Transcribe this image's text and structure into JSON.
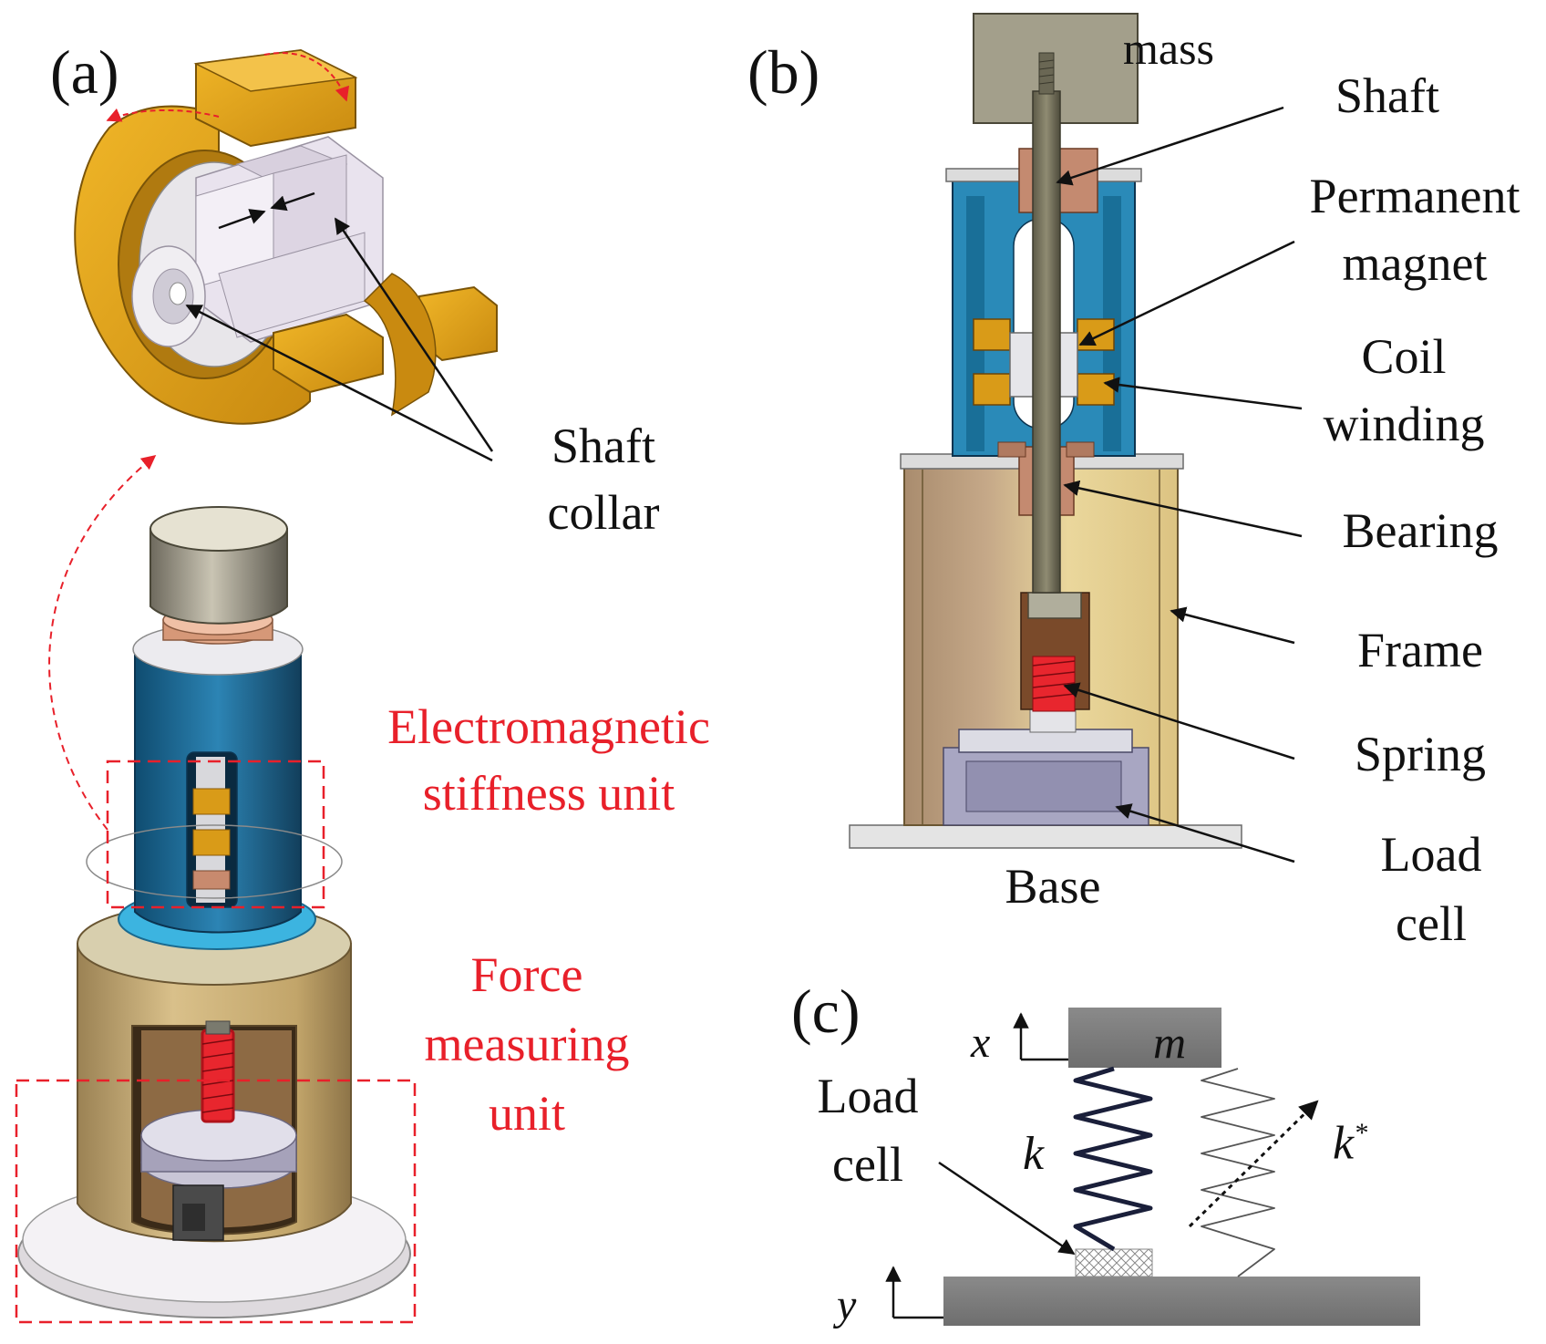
{
  "panels": {
    "a": "(a)",
    "b": "(b)",
    "c": "(c)"
  },
  "panel_a": {
    "shaft_collar": [
      "Shaft",
      "collar"
    ],
    "electromagnetic_unit": [
      "Electromagnetic",
      "stiffness unit"
    ],
    "force_unit": [
      "Force",
      "measuring",
      "unit"
    ]
  },
  "panel_b": {
    "mass": "mass",
    "shaft": "Shaft",
    "permanent_magnet": [
      "Permanent",
      "magnet"
    ],
    "coil_winding": [
      "Coil",
      "winding"
    ],
    "bearing": "Bearing",
    "frame": "Frame",
    "spring": "Spring",
    "load_cell": [
      "Load",
      "cell"
    ],
    "base": "Base"
  },
  "panel_c": {
    "x": "x",
    "y": "y",
    "m": "m",
    "k": "k",
    "k_star": "k",
    "k_star_sup": "*",
    "load_cell": [
      "Load",
      "cell"
    ]
  },
  "colors": {
    "gold": "#d99b18",
    "gold_dark": "#9c6a0a",
    "blue": "#1d78a8",
    "tan": "#cdb47e",
    "copper": "#c88a6e",
    "gray_block": "#7d7d7d",
    "red_annotation": "#e8202a"
  }
}
